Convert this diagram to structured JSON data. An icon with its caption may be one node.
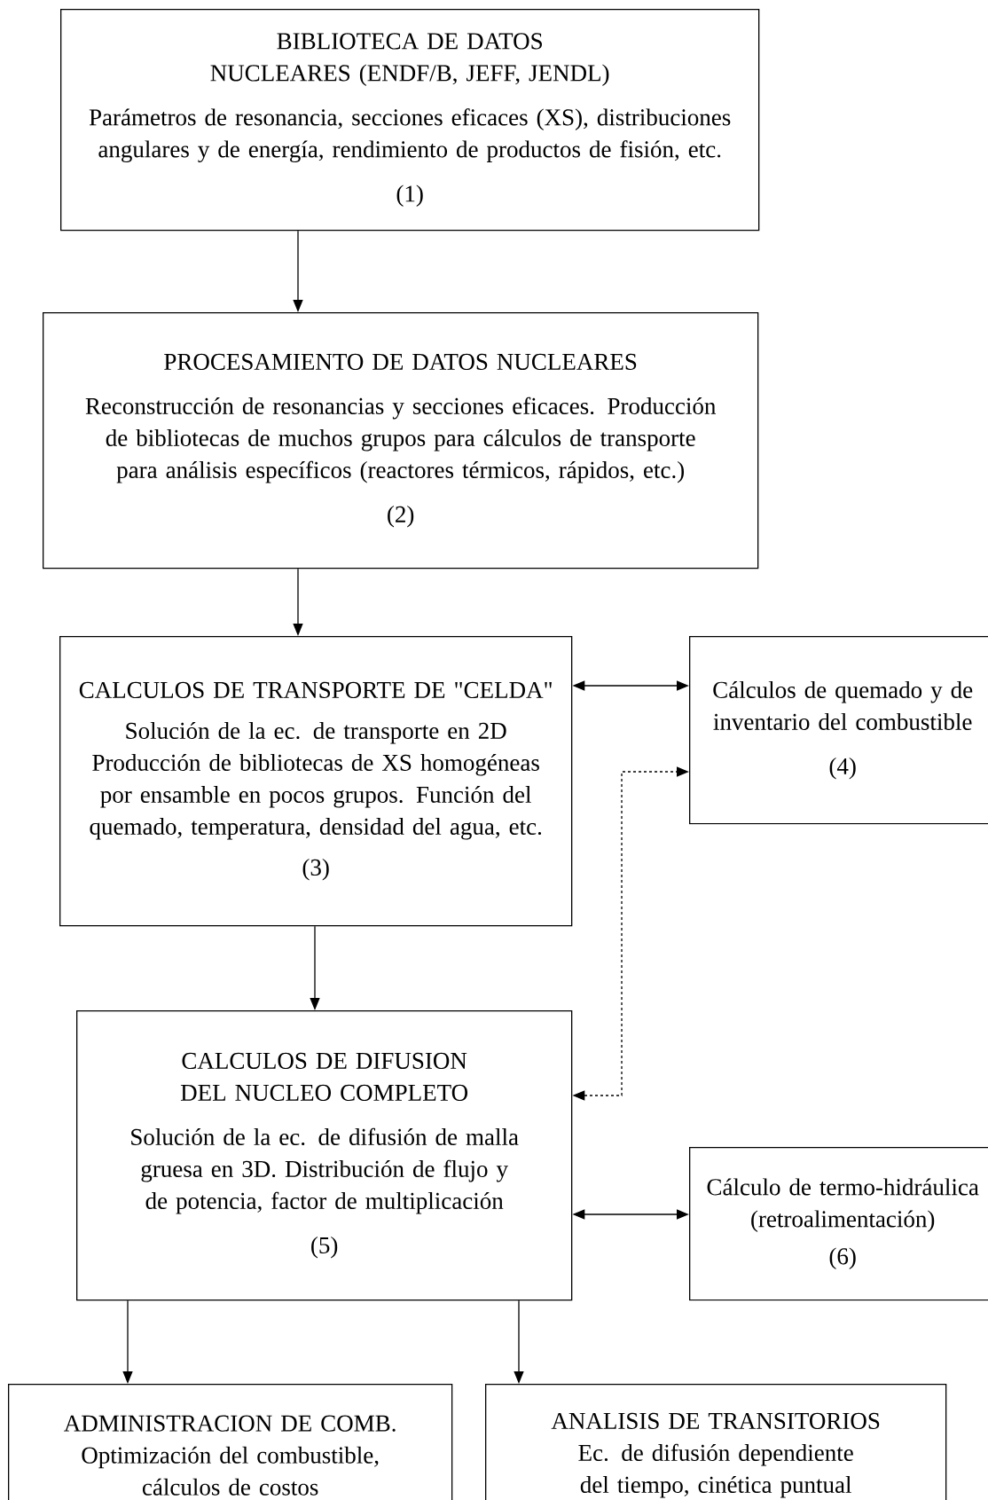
{
  "diagram": {
    "nodes": [
      {
        "text": [
          "BIBLIOTECA DE DATOS NUCLEARES (ENDF/B, JEFF, JENDL)",
          "Parámetros de resonancia, secciones eficaces (XS), distribuciones angulares y de energía, rendimiento de productos de fisión, etc.",
          "(1)"
        ]
      },
      {
        "text": [
          "PROCESAMIENTO DE DATOS NUCLEARES",
          "Reconstrucción de resonancias y secciones eficaces. Producción de bibliotecas de muchos grupos para cálculos de transporte para análisis específicos (reactores térmicos, rápidos, etc.)",
          "(2)"
        ]
      },
      {
        "text": [
          "CALCULOS DE TRANSPORTE DE \"CELDA\"",
          "Solución de la ec. de transporte en 2D Producción de bibliotecas de XS homogéneas por ensamble en pocos grupos. Función del quemado, temperatura, densidad del agua, etc.",
          "(3)"
        ]
      },
      {
        "text": [
          "Cálculos de quemado y de inventario del combustible",
          "(4)"
        ]
      },
      {
        "text": [
          "CALCULOS DE DIFUSION DEL NUCLEO COMPLETO",
          "Solución de la ec. de difusión de malla gruesa en 3D. Distribución de flujo y de potencia, factor de multiplicación",
          "(5)"
        ]
      },
      {
        "text": [
          "Cálculo de termo-hidráulica (retroalimentación)",
          "(6)"
        ]
      },
      {
        "text": [
          "ADMINISTRACION DE COMB.",
          "Optimización del combustible, cálculos de costos"
        ]
      },
      {
        "text": [
          "ANALISIS DE TRANSITORIOS",
          "Ec. de difusión dependiente del tiempo, cinética puntual"
        ]
      }
    ],
    "edges": [
      {
        "from": 0,
        "to": 1,
        "arrow": "to"
      },
      {
        "from": 1,
        "to": 2,
        "arrow": "to"
      },
      {
        "from": 2,
        "to": 3,
        "arrow": "both"
      },
      {
        "from": 4,
        "to": 3,
        "arrow": "both",
        "style": "dashed"
      },
      {
        "from": 2,
        "to": 4,
        "arrow": "to"
      },
      {
        "from": 4,
        "to": 5,
        "arrow": "both"
      },
      {
        "from": 4,
        "to": 6,
        "arrow": "to"
      },
      {
        "from": 4,
        "to": 7,
        "arrow": "to"
      }
    ]
  }
}
